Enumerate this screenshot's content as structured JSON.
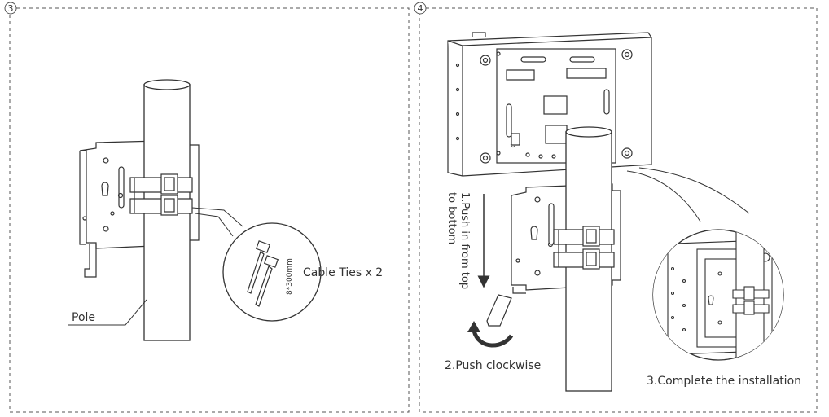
{
  "step3": {
    "number": "3",
    "pole_label": "Pole",
    "ties_label": "Cable Ties x 2",
    "tie_size": "8*300mm"
  },
  "step4": {
    "number": "4",
    "instr1_line1": "1.Push in from top",
    "instr1_line2": "to bottom",
    "instr2": "2.Push clockwise",
    "instr3": "3.Complete the installation"
  }
}
